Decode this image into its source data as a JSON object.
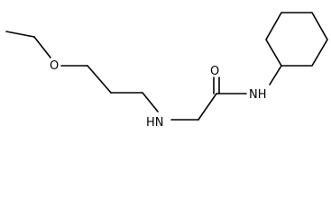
{
  "molecule": {
    "atoms": {
      "O_ether": "O",
      "O_carbonyl": "O",
      "NH_amine": "HN",
      "NH_amide": "NH"
    }
  },
  "colors": {
    "bond": "#000000",
    "label": "#000000",
    "background": "#ffffff"
  }
}
